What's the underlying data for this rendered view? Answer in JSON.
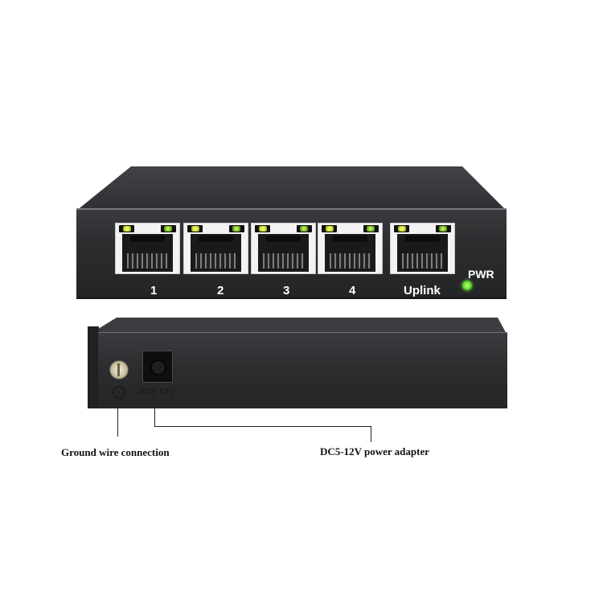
{
  "ports": [
    {
      "label": "1"
    },
    {
      "label": "2"
    },
    {
      "label": "3"
    },
    {
      "label": "4"
    },
    {
      "label": "Uplink"
    }
  ],
  "power_indicator": {
    "label": "PWR",
    "color": "#62d82a"
  },
  "led_colors": {
    "link": "#d8e63a",
    "activity": "#8ecb2a"
  },
  "rear_panel": {
    "dc_jack_marking": "DC5-12V"
  },
  "callouts": {
    "ground": "Ground wire connection",
    "power": "DC5-12V power adapter"
  }
}
